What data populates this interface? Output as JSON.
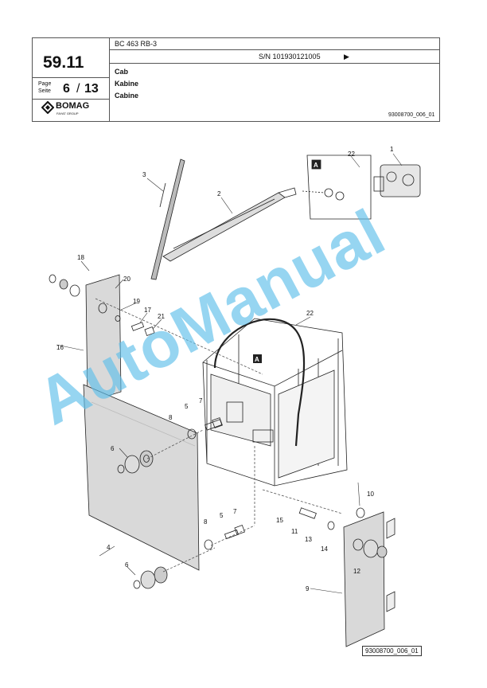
{
  "header": {
    "section": "59.11",
    "model": "BC 463 RB-3",
    "serial": "S/N 101930121005",
    "serial_arrow": "▶",
    "page_label_en": "Page",
    "page_label_de": "Seite",
    "page_current": "6",
    "page_sep": "/",
    "page_total": "13",
    "title_en": "Cab",
    "title_de": "Kabine",
    "title_fr": "Cabine",
    "doc_ref": "93008700_006_01",
    "brand": "BOMAG",
    "brand_sub": "FAYAT GROUP"
  },
  "diagram": {
    "callouts": [
      "1",
      "2",
      "3",
      "4",
      "5",
      "5",
      "6",
      "6",
      "7",
      "7",
      "8",
      "8",
      "9",
      "10",
      "11",
      "12",
      "13",
      "14",
      "15",
      "16",
      "17",
      "18",
      "19",
      "20",
      "21",
      "22",
      "22"
    ],
    "detail_marker": "A",
    "footer_ref": "93008700_006_01"
  },
  "watermark": "AutoManual",
  "colors": {
    "watermark": "#5fbfea",
    "line": "#222222",
    "panel_fill": "#d9d9d9"
  }
}
